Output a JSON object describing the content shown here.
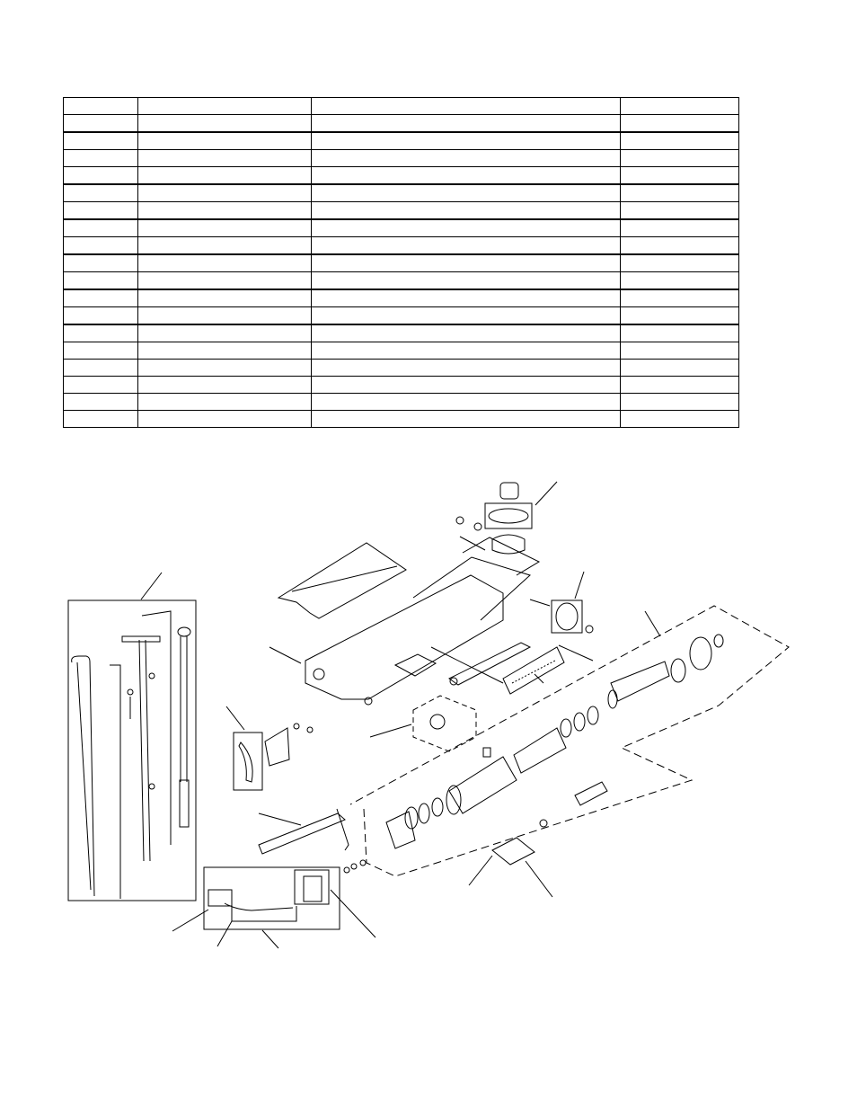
{
  "parts_table": {
    "columns": [
      "",
      "",
      "",
      ""
    ],
    "rows": [
      [
        "",
        "",
        "",
        ""
      ],
      [
        "",
        "",
        "",
        ""
      ],
      [
        "",
        "",
        "",
        ""
      ],
      [
        "",
        "",
        "",
        ""
      ],
      [
        "",
        "",
        "",
        ""
      ],
      [
        "",
        "",
        "",
        ""
      ],
      [
        "",
        "",
        "",
        ""
      ],
      [
        "",
        "",
        "",
        ""
      ],
      [
        "",
        "",
        "",
        ""
      ],
      [
        "",
        "",
        "",
        ""
      ],
      [
        "",
        "",
        "",
        ""
      ],
      [
        "",
        "",
        "",
        ""
      ],
      [
        "",
        "",
        "",
        ""
      ],
      [
        "",
        "",
        "",
        ""
      ],
      [
        "",
        "",
        "",
        ""
      ],
      [
        "",
        "",
        "",
        ""
      ],
      [
        "",
        "",
        "",
        ""
      ],
      [
        "",
        "",
        "",
        ""
      ]
    ],
    "thick_separator_rows": [
      2,
      5,
      7,
      9,
      11,
      13
    ]
  },
  "diagram": {
    "figure": "exploded-parts-view-floor-jack",
    "callout_labels": []
  }
}
